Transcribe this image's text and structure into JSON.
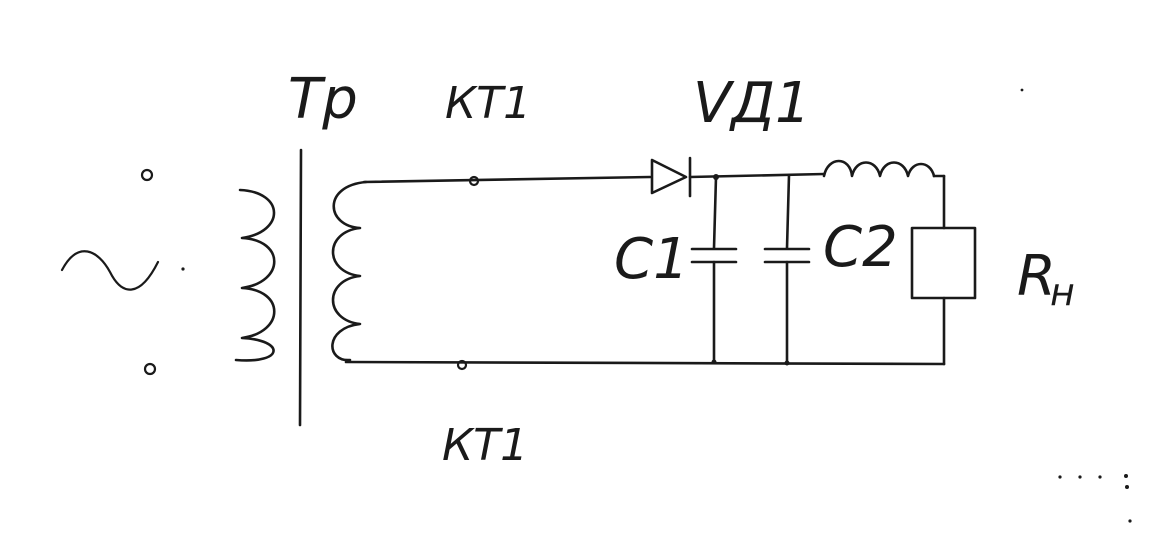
{
  "labels": {
    "transformer": "Тр",
    "test_point_top": "КТ1",
    "test_point_bottom": "КТ1",
    "diode": "VД1",
    "capacitor_1": "С1",
    "capacitor_2": "С2",
    "load_resistor_main": "R",
    "load_resistor_sub": "н"
  },
  "colors": {
    "ink": "#1a1a1a",
    "paper": "#ffffff"
  }
}
